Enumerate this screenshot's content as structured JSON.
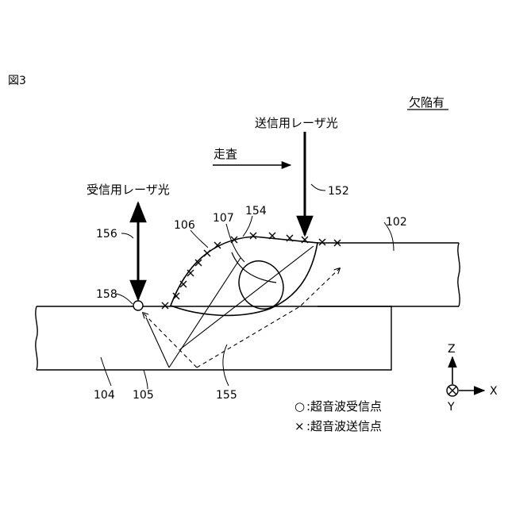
{
  "figure_label": "図3",
  "condition_label": "欠陥有",
  "transmit_laser_label": "送信用レーザ光",
  "receive_laser_label": "受信用レーザ光",
  "scan_label": "走査",
  "refs": {
    "r102": "102",
    "r104": "104",
    "r105": "105",
    "r106": "106",
    "r107": "107",
    "r152": "152",
    "r154": "154",
    "r155": "155",
    "r156": "156",
    "r158": "158"
  },
  "legend": {
    "receive_symbol": "○",
    "receive_text": ":超音波受信点",
    "transmit_symbol": "×",
    "transmit_text": ":超音波送信点"
  },
  "axes": {
    "z": "Z",
    "x": "X",
    "y": "Y"
  }
}
